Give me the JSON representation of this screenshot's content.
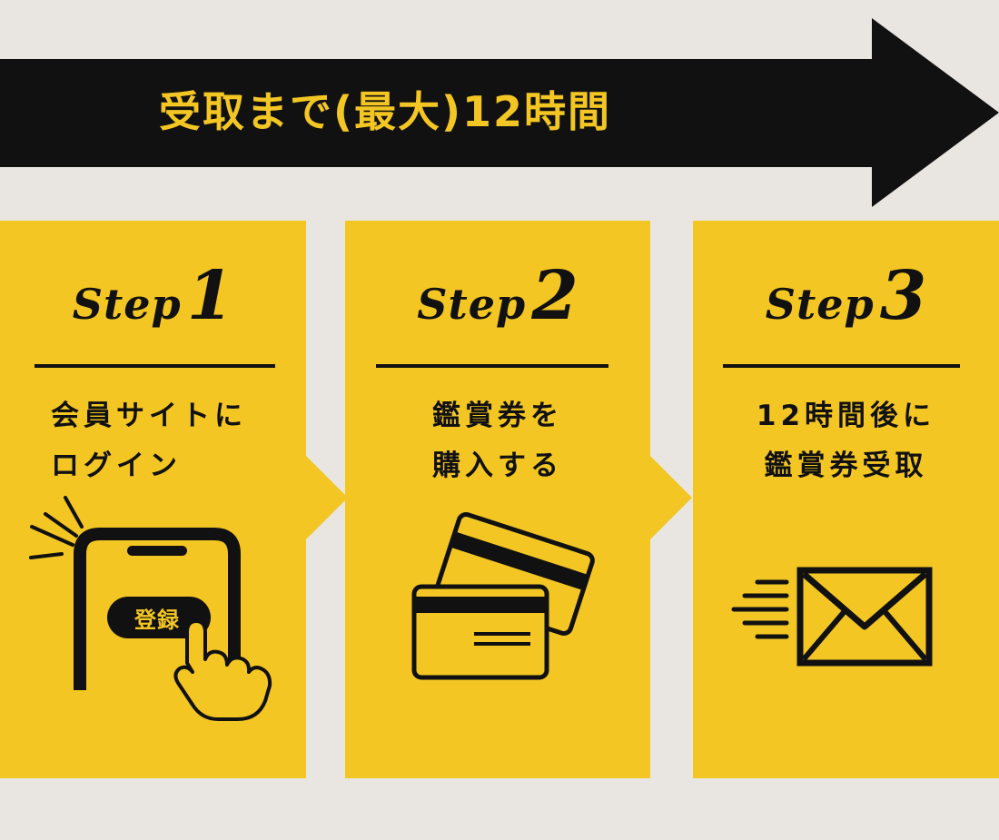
{
  "header": {
    "title": "受取まで(最大)12時間"
  },
  "steps": [
    {
      "word": "Step",
      "number": "1",
      "lines": [
        "会員サイトに",
        "ログイン"
      ],
      "button_label": "登録",
      "icon": "smartphone-tap-icon"
    },
    {
      "word": "Step",
      "number": "2",
      "lines": [
        "鑑賞券を",
        "購入する"
      ],
      "icon": "credit-cards-icon"
    },
    {
      "word": "Step",
      "number": "3",
      "lines": [
        "12時間後に",
        "鑑賞券受取"
      ],
      "icon": "envelope-icon"
    }
  ],
  "colors": {
    "background": "#e9e6e1",
    "panel": "#f3c623",
    "ink": "#111111",
    "accent": "#f3c623"
  }
}
